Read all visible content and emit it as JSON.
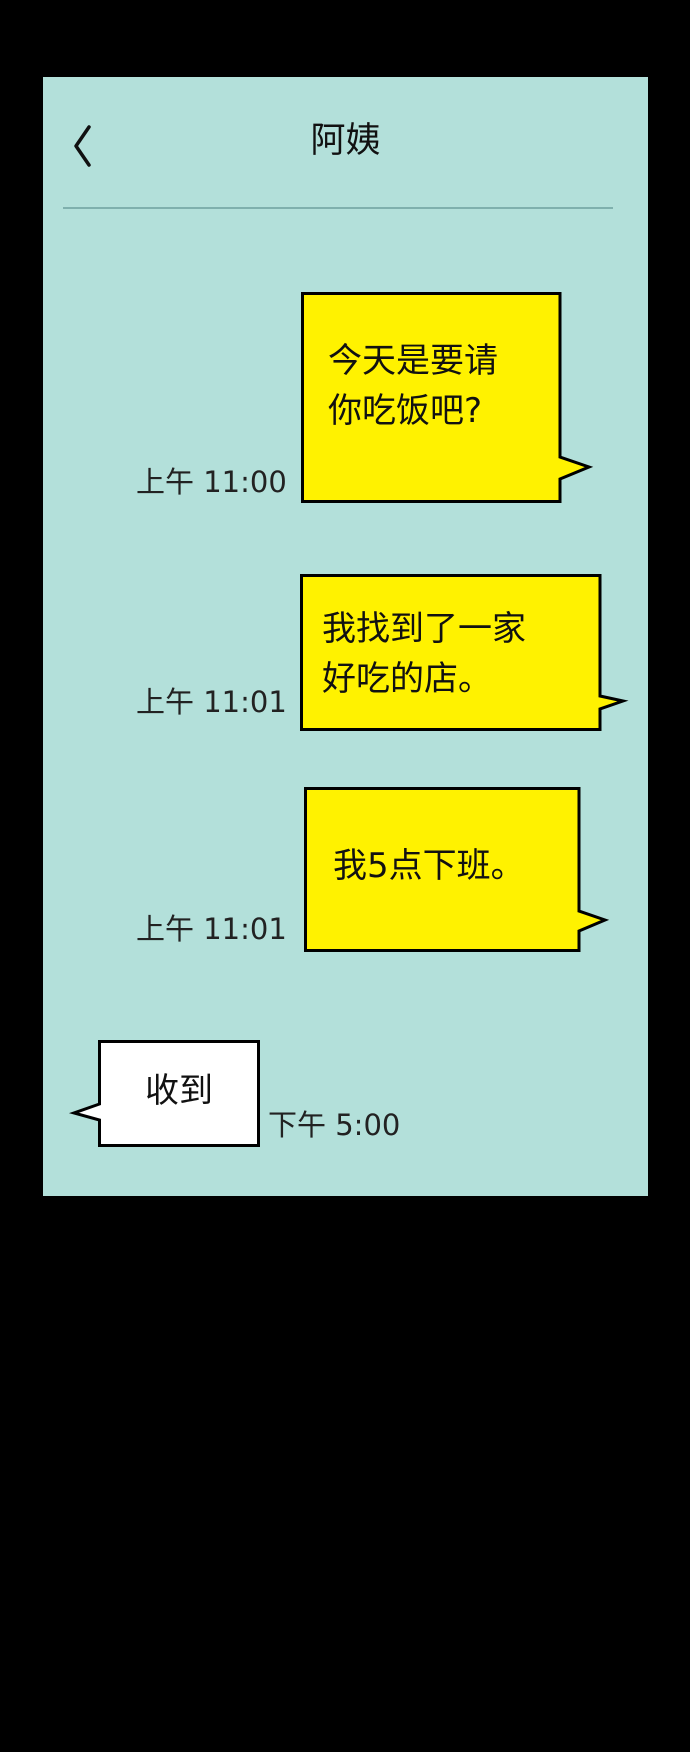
{
  "header": {
    "back_label": "",
    "title": "阿姨"
  },
  "colors": {
    "background": "#b3e0da",
    "outgoing_bubble": "#fff200",
    "incoming_bubble": "#ffffff",
    "frame": "#000000"
  },
  "messages": [
    {
      "direction": "outgoing",
      "lines": [
        "今天是要请",
        "你吃饭吧?"
      ],
      "time": "上午 11:00"
    },
    {
      "direction": "outgoing",
      "lines": [
        "我找到了一家",
        "好吃的店。"
      ],
      "time": "上午 11:01"
    },
    {
      "direction": "outgoing",
      "lines": [
        "我5点下班。"
      ],
      "time": "上午 11:01"
    },
    {
      "direction": "incoming",
      "lines": [
        "收到"
      ],
      "time": "下午 5:00"
    }
  ]
}
